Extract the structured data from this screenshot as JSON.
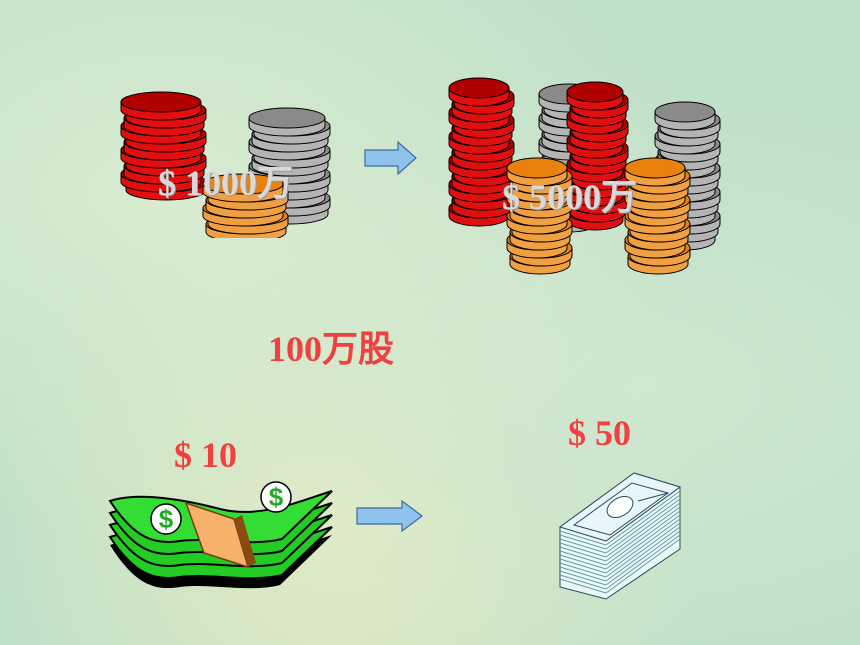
{
  "left_coins": {
    "amount_label": "$ 1000万"
  },
  "right_coins": {
    "amount_label": "$ 5000万"
  },
  "shares_label": "100万股",
  "left_price": {
    "label": "$ 10"
  },
  "right_price": {
    "label": "$ 50"
  },
  "colors": {
    "coin_red": "#e01010",
    "coin_gray": "#8a8a8a",
    "coin_orange": "#e8820c",
    "cash_green": "#22cc22",
    "text_red": "#f04040",
    "arrow_blue": "#8fc3ee"
  },
  "icons": [
    "coin-stack-icon",
    "arrow-right-icon",
    "cash-bundle-icon",
    "banknote-stack-icon"
  ]
}
